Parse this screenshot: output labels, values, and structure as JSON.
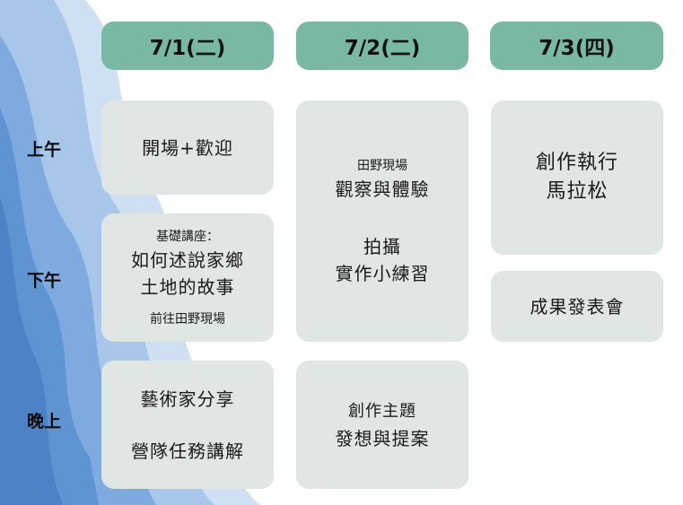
{
  "days": [
    "7/1(二)",
    "7/2(二)",
    "7/3(四)"
  ],
  "slots": {
    "morning": "上午",
    "afternoon": "下午",
    "evening": "晚上"
  },
  "day1": {
    "morning": "開場+歡迎",
    "afternoon": {
      "intro": "基礎講座：",
      "line1": "如何述說家鄉",
      "line2": "土地的故事",
      "note": "前往田野現場"
    },
    "evening": {
      "line1": "藝術家分享",
      "line2": "營隊任務講解"
    }
  },
  "day2": {
    "main": {
      "small": "田野現場",
      "line1": "觀察與體驗",
      "line2": "拍攝",
      "line3": "實作小練習"
    },
    "evening": {
      "line1": "創作主題",
      "line2": "發想與提案"
    }
  },
  "day3": {
    "main": {
      "line1": "創作執行",
      "line2": "馬拉松"
    },
    "afternoon": "成果發表會"
  },
  "colors": {
    "header": "#79b9a3",
    "card": "#dfe6e3",
    "wave": "#5b95cf"
  }
}
